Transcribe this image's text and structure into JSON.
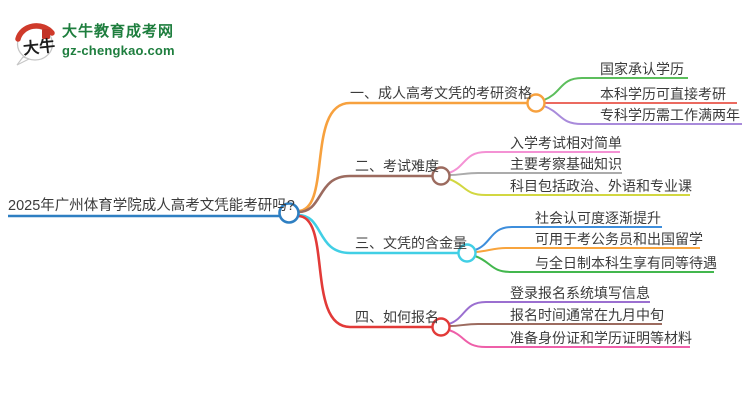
{
  "logo": {
    "title": "大牛教育成考网",
    "subtitle": "gz-chengkao.com",
    "icon_text": "大牛",
    "brand_color": "#1e7e3e"
  },
  "root": {
    "label": "2025年广州体育学院成人高考文凭能考研吗?",
    "color": "#2e7fc2"
  },
  "branches": [
    {
      "label": "一、成人高考文凭的考研资格",
      "color": "#f7a13e",
      "children": [
        {
          "label": "国家承认学历",
          "color": "#5cbe5c"
        },
        {
          "label": "本科学历可直接考研",
          "color": "#eb6a60"
        },
        {
          "label": "专科学历需工作满两年",
          "color": "#a98bdb"
        }
      ]
    },
    {
      "label": "二、考试难度",
      "color": "#9c6b5f",
      "children": [
        {
          "label": "入学考试相对简单",
          "color": "#f492d4"
        },
        {
          "label": "主要考察基础知识",
          "color": "#ababab"
        },
        {
          "label": "科目包括政治、外语和专业课",
          "color": "#d2d741"
        }
      ]
    },
    {
      "label": "三、文凭的含金量",
      "color": "#41cfe5",
      "children": [
        {
          "label": "社会认可度逐渐提升",
          "color": "#3e8edc"
        },
        {
          "label": "可用于考公务员和出国留学",
          "color": "#f8a43d"
        },
        {
          "label": "与全日制本科生享有同等待遇",
          "color": "#43b74e"
        }
      ]
    },
    {
      "label": "四、如何报名",
      "color": "#e23a38",
      "children": [
        {
          "label": "登录报名系统填写信息",
          "color": "#9b6fd0"
        },
        {
          "label": "报名时间通常在九月中旬",
          "color": "#9c6b5f"
        },
        {
          "label": "准备身份证和学历证明等材料",
          "color": "#ee5fa9"
        }
      ]
    }
  ]
}
